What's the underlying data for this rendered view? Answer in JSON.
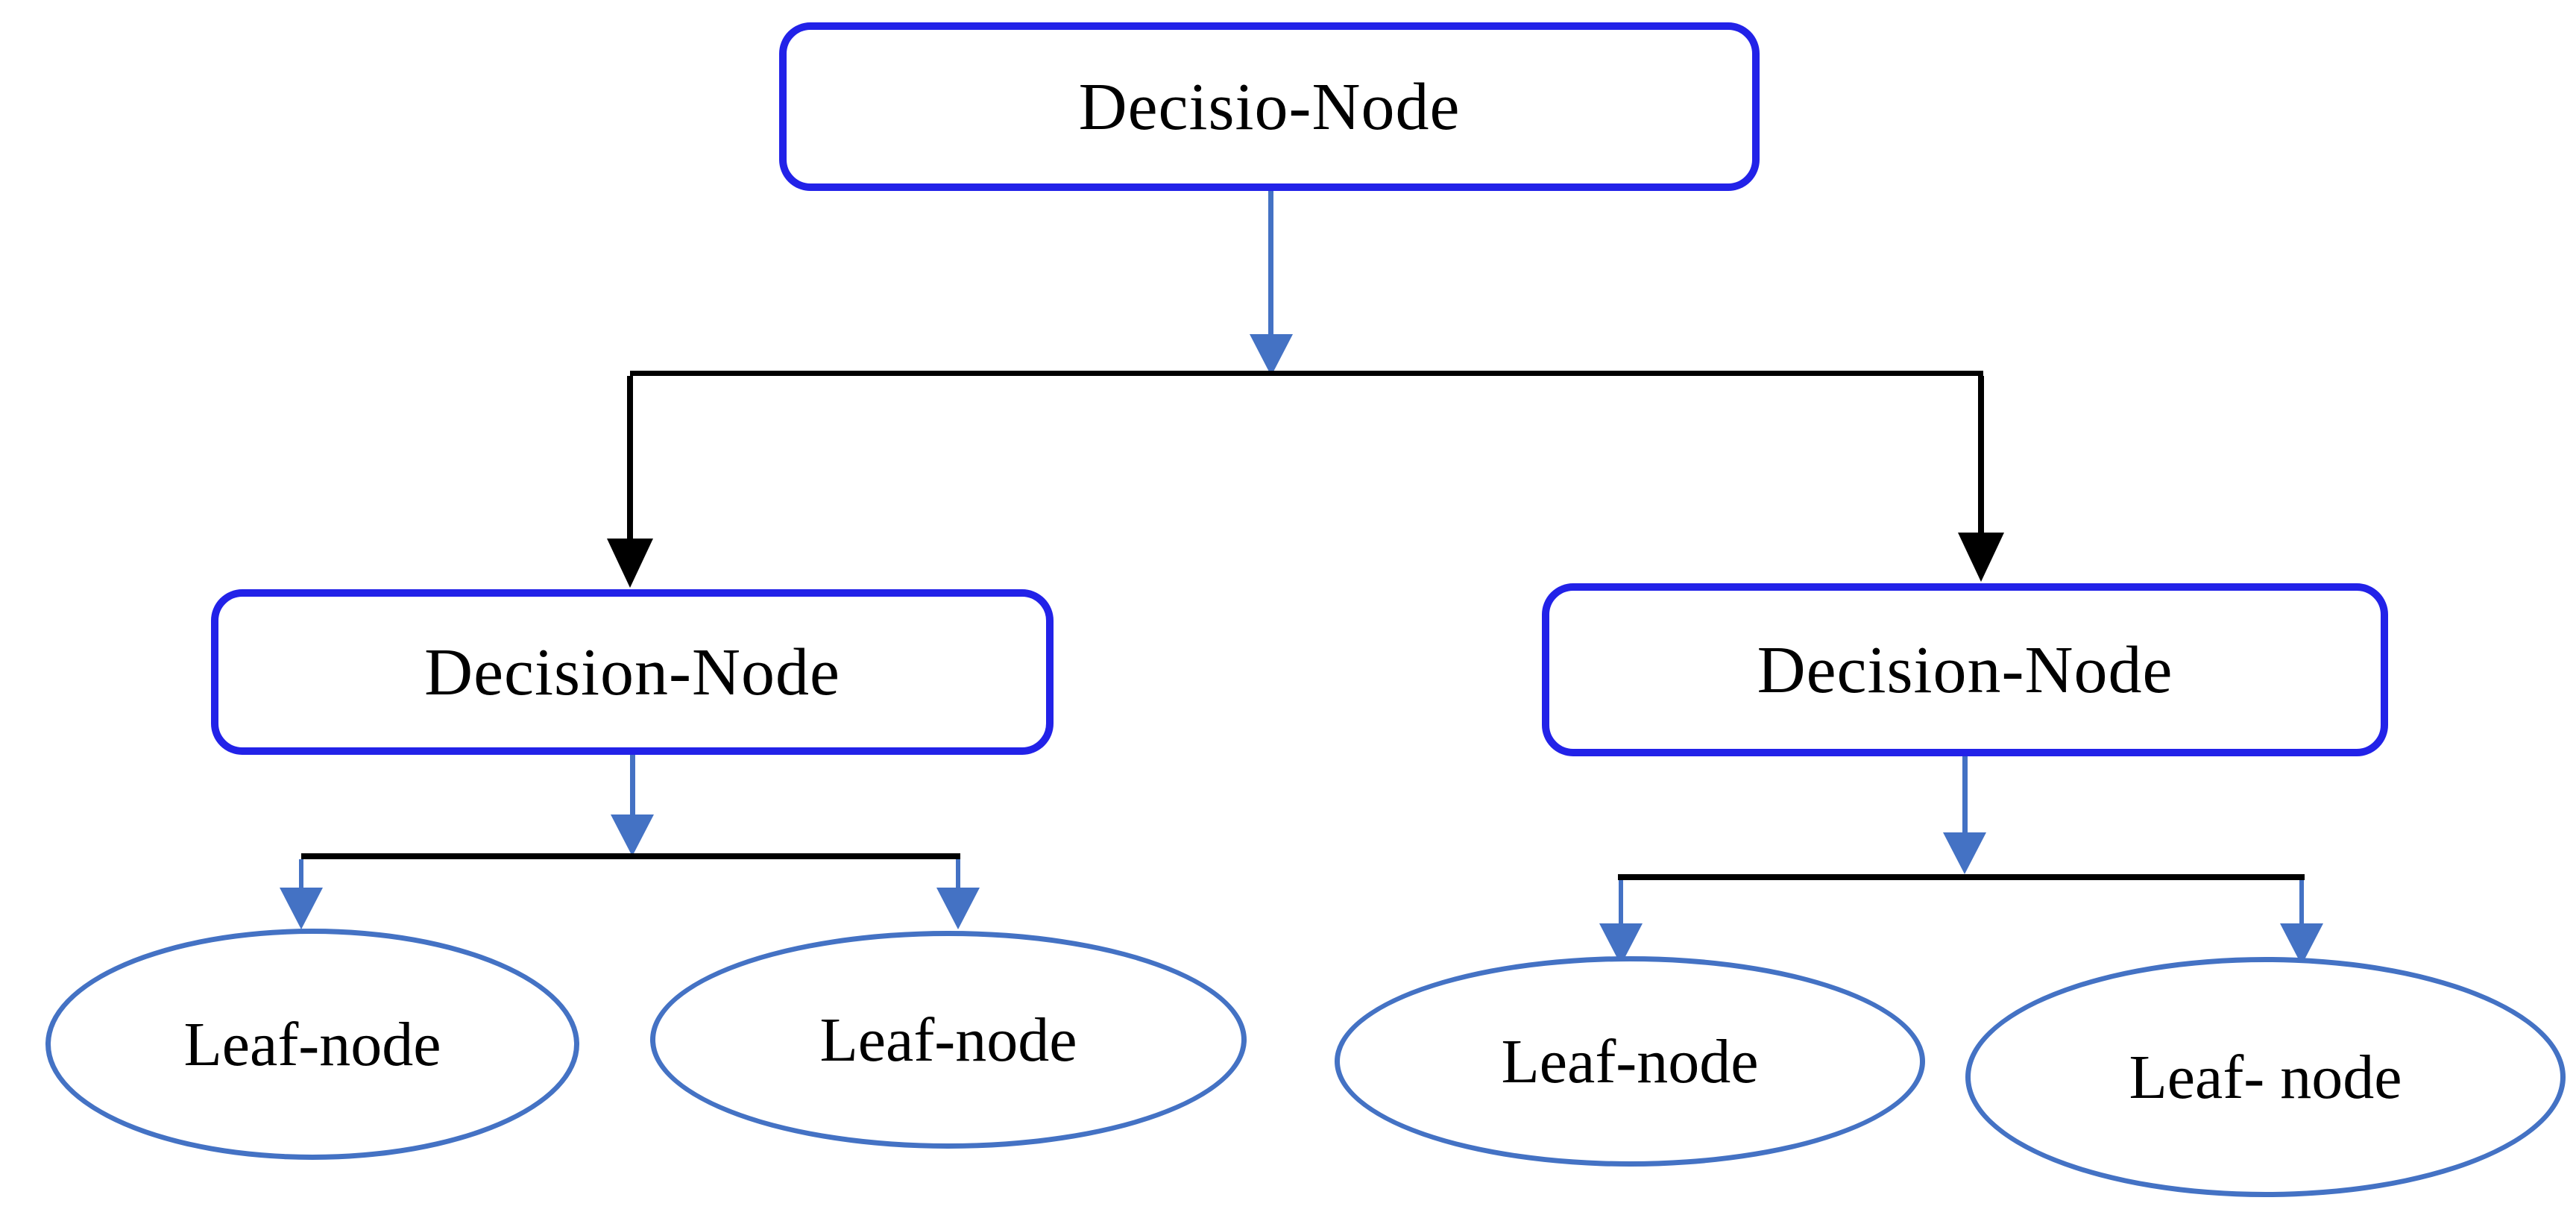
{
  "diagram": {
    "type": "decision-tree",
    "background": "#FFFFFF",
    "colors": {
      "decision_node_border": "#2222E8",
      "leaf_node_border": "#4472C4",
      "blue_arrow": "#4472C4",
      "black_connector": "#000000",
      "text": "#000000"
    },
    "root": {
      "label": "Decisio-Node",
      "shape": "rounded-rectangle"
    },
    "level1": [
      {
        "label": "Decision-Node",
        "shape": "rounded-rectangle"
      },
      {
        "label": "Decision-Node",
        "shape": "rounded-rectangle"
      }
    ],
    "leaves": [
      {
        "label": "Leaf-node",
        "shape": "ellipse"
      },
      {
        "label": "Leaf-node",
        "shape": "ellipse"
      },
      {
        "label": "Leaf-node",
        "shape": "ellipse"
      },
      {
        "label": "Leaf- node",
        "shape": "ellipse"
      }
    ]
  }
}
